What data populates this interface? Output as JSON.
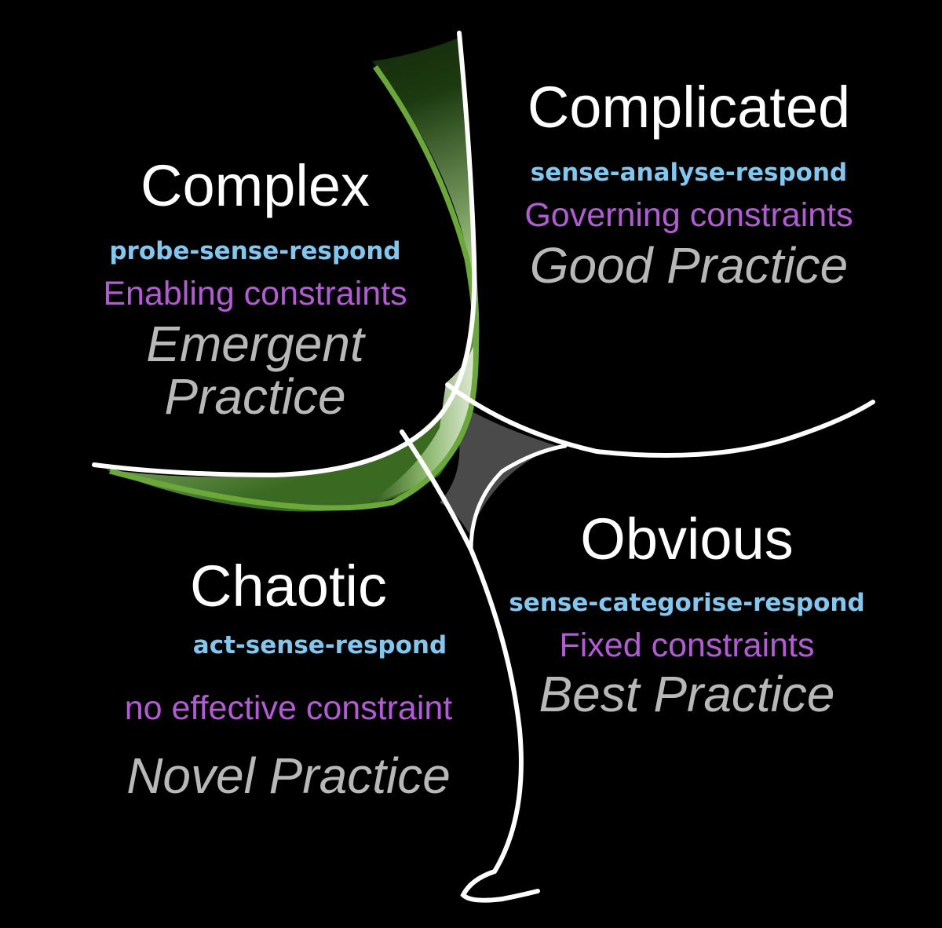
{
  "colors": {
    "background": "#000000",
    "title": "#ffffff",
    "approach": "#80c8f0",
    "constraint": "#b45ad6",
    "practice": "#b8b8b8",
    "boundary": "#ffffff",
    "cliff_green": "#6aa83a",
    "disorder": "#4a4a4a"
  },
  "domains": {
    "complex": {
      "title": "Complex",
      "approach": "probe-sense-respond",
      "constraint": "Enabling constraints",
      "practice_line1": "Emergent",
      "practice_line2": "Practice"
    },
    "complicated": {
      "title": "Complicated",
      "approach": "sense-analyse-respond",
      "constraint": "Governing constraints",
      "practice": "Good Practice"
    },
    "chaotic": {
      "title": "Chaotic",
      "approach": "act-sense-respond",
      "constraint": "no effective constraint",
      "practice": "Novel Practice"
    },
    "obvious": {
      "title": "Obvious",
      "approach": "sense-categorise-respond",
      "constraint": "Fixed constraints",
      "practice": "Best Practice"
    }
  }
}
